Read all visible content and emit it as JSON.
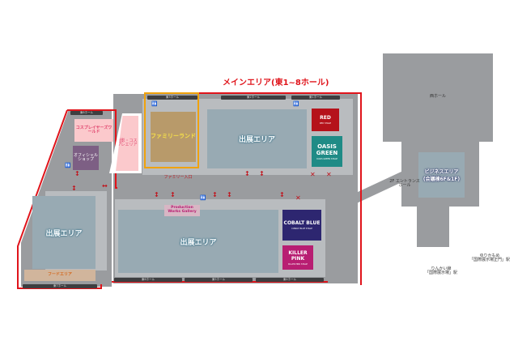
{
  "title": "メインエリア(東1~8ホール)",
  "halls": {
    "e1": "東1ホール",
    "e2": "東2ホール",
    "e3": "東3ホール",
    "e4": "東4ホール",
    "e5": "東5ホール",
    "e6": "東6ホール",
    "e7": "東7ホール",
    "e8": "東8ホール",
    "west": "西ホール"
  },
  "areas": {
    "exhibit": "出展エリア",
    "food": "フードエリア",
    "cosplayers": "コスプレイヤーズワールド",
    "cosplay_area": "撮影・コスプレエリア",
    "official_shop": "オフィシャルショップ",
    "family_entrance": "ファミリー入口",
    "family_land": "ファミリーランド",
    "production_works": "Production Works Gallery",
    "entrance_hall": "2F エントランスホール",
    "business": "ビジネスエリア",
    "business_sub": "(会議棟6F&1F)"
  },
  "stages": {
    "red": {
      "name": "RED",
      "sub": "RED STAGE"
    },
    "green": {
      "name": "OASIS GREEN",
      "sub": "OASIS GREEN STAGE"
    },
    "blue": {
      "name": "COBALT BLUE",
      "sub": "COBALT BLUE STAGE"
    },
    "pink": {
      "name": "KILLER PINK",
      "sub": "KILLER PINK STAGE"
    }
  },
  "stations": {
    "rinkai_line": "りんかい線",
    "rinkai_station": "「国際展示場」駅",
    "yurikamome_line": "ゆりかもめ",
    "yurikamome_station": "「国際展示場正門」駅"
  },
  "colors": {
    "outline": "#e0141b",
    "red_stage": "#b5121b",
    "green_stage": "#1f8b86",
    "blue_stage": "#2d2670",
    "pink_stage": "#b81e72"
  }
}
